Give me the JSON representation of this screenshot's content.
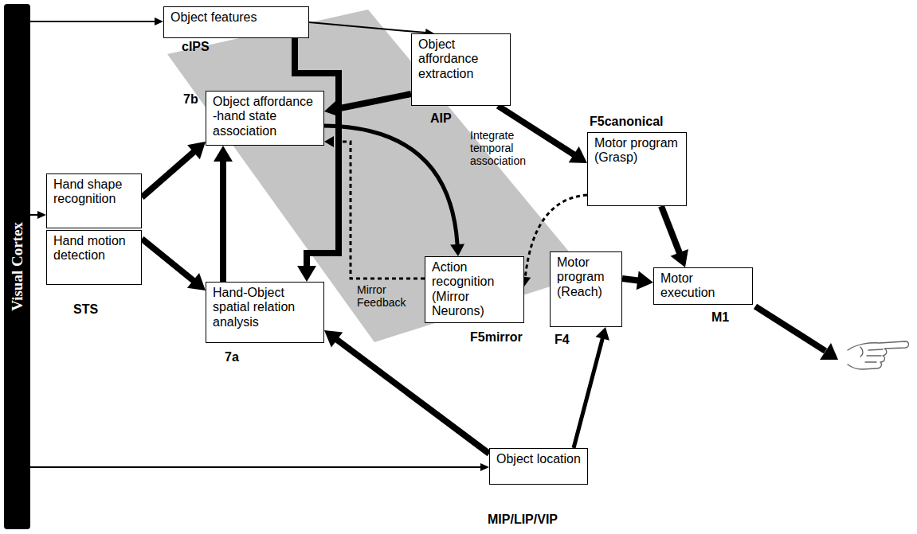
{
  "diagram": {
    "nodes": [
      {
        "text": [
          "Visual Cortex"
        ]
      },
      {
        "text": [
          "Object features"
        ]
      },
      {
        "text": [
          "Object affordance extraction"
        ]
      },
      {
        "text": [
          "Object affordance -hand state association"
        ]
      },
      {
        "text": [
          "Motor program (Grasp)"
        ]
      },
      {
        "text": [
          "Hand shape recognition"
        ]
      },
      {
        "text": [
          "Hand motion detection"
        ]
      },
      {
        "text": [
          "Action recognition (Mirror Neurons)"
        ]
      },
      {
        "text": [
          "Motor program (Reach)"
        ]
      },
      {
        "text": [
          "Motor execution"
        ]
      },
      {
        "text": [
          "Hand-Object spatial relation analysis"
        ]
      },
      {
        "text": [
          "Object location"
        ]
      }
    ],
    "edges": [
      {
        "from": 0,
        "to": 1,
        "arrow": "to"
      },
      {
        "from": 0,
        "to": 5,
        "arrow": "to"
      },
      {
        "from": 0,
        "to": 11,
        "arrow": "to"
      },
      {
        "from": 1,
        "to": 2,
        "arrow": "to"
      },
      {
        "from": 1,
        "to": 10,
        "arrow": "to"
      },
      {
        "from": 2,
        "to": 3,
        "arrow": "to"
      },
      {
        "from": 2,
        "to": 4,
        "arrow": "to"
      },
      {
        "from": 3,
        "to": 7,
        "label": "Integrate temporal association",
        "arrow": "to"
      },
      {
        "from": 7,
        "to": 3,
        "label": "Mirror Feedback",
        "arrow": "to"
      },
      {
        "from": 5,
        "to": 3,
        "arrow": "to"
      },
      {
        "from": 6,
        "to": 10,
        "arrow": "to"
      },
      {
        "from": 10,
        "to": 3,
        "arrow": "to"
      },
      {
        "from": 11,
        "to": 10,
        "arrow": "to"
      },
      {
        "from": 11,
        "to": 8,
        "arrow": "to"
      },
      {
        "from": 4,
        "to": 9,
        "arrow": "to"
      },
      {
        "from": 8,
        "to": 9,
        "arrow": "to"
      },
      {
        "from": 4,
        "to": 7,
        "arrow": "to"
      }
    ],
    "labels": [
      "cIPS",
      "7b",
      "AIP",
      "F5canonical",
      "STS",
      "7a",
      "F5mirror",
      "F4",
      "M1",
      "MIP/LIP/VIP"
    ]
  }
}
